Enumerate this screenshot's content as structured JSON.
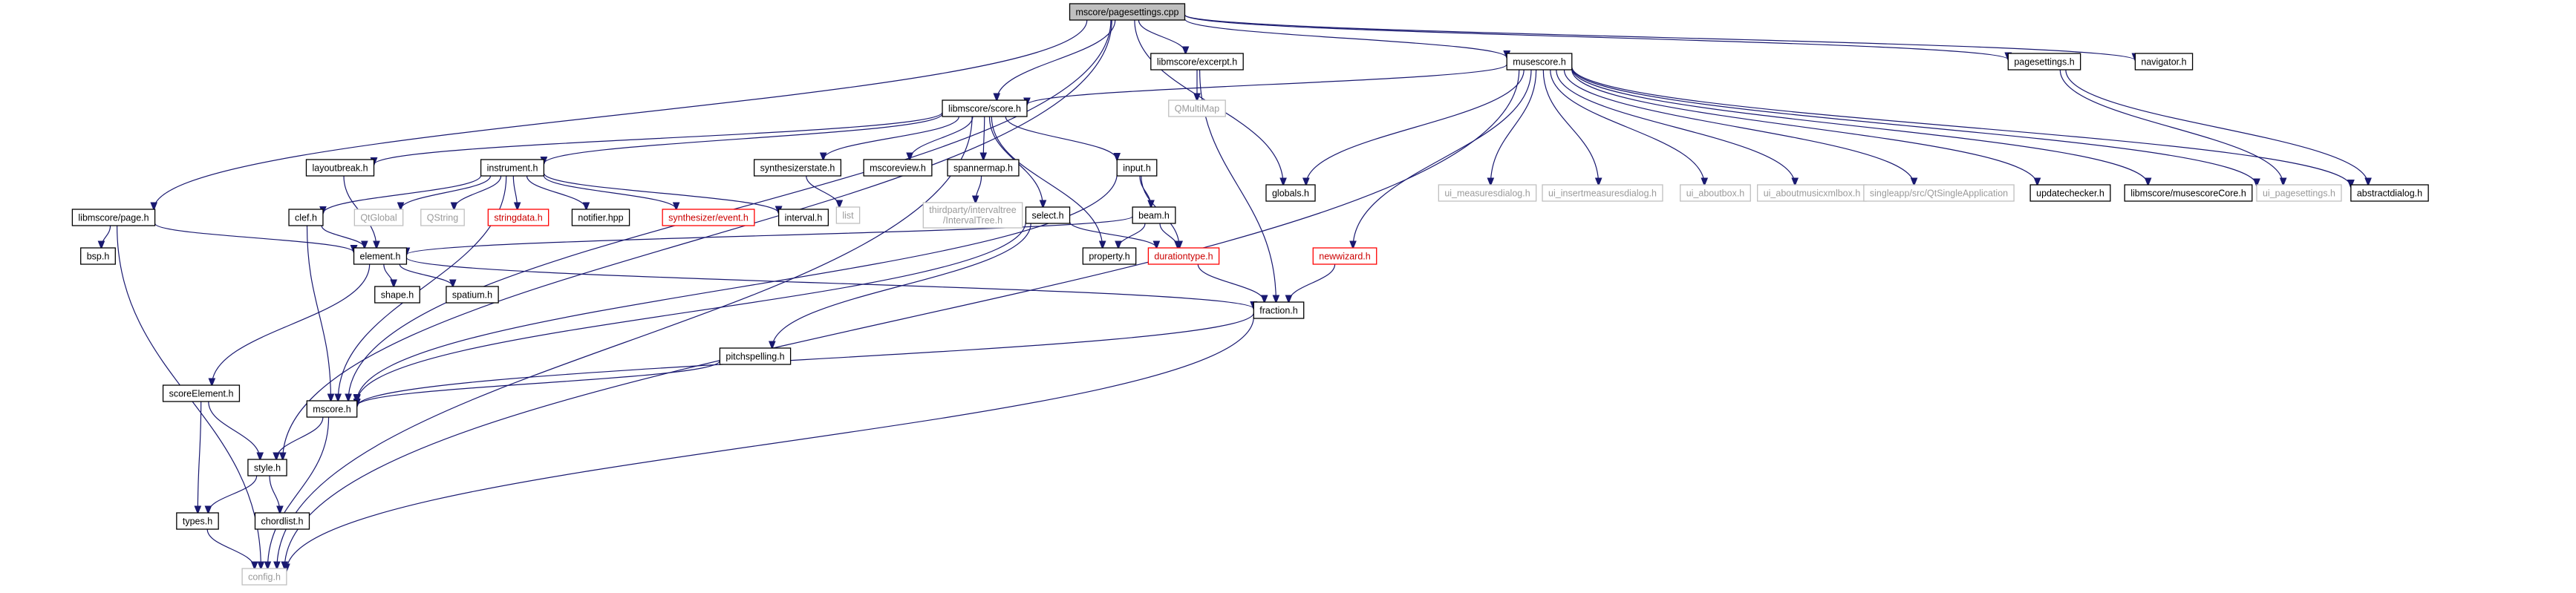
{
  "graph": {
    "root": "n_pagesettings_cpp",
    "nodes": [
      {
        "id": "n_pagesettings_cpp",
        "label": "mscore/pagesettings.cpp",
        "kind": "root"
      },
      {
        "id": "n_libmscore_score_h",
        "label": "libmscore/score.h",
        "kind": "normal"
      },
      {
        "id": "n_libmscore_except_h",
        "label": "libmscore/excerpt.h",
        "kind": "normal"
      },
      {
        "id": "n_globals_h",
        "label": "globals.h",
        "kind": "normal"
      },
      {
        "id": "n_musescore_h",
        "label": "musescore.h",
        "kind": "normal"
      },
      {
        "id": "n_pagesettings_h",
        "label": "pagesettings.h",
        "kind": "normal"
      },
      {
        "id": "n_navigator_h",
        "label": "navigator.h",
        "kind": "normal"
      },
      {
        "id": "n_libmscore_page_h",
        "label": "libmscore/page.h",
        "kind": "normal"
      },
      {
        "id": "n_qmultimap",
        "label": "QMultiMap",
        "kind": "missing"
      },
      {
        "id": "n_ui_measuresdialog_h",
        "label": "ui_measuresdialog.h",
        "kind": "missing"
      },
      {
        "id": "n_ui_insertmeasuresdialog_h",
        "label": "ui_insertmeasuresdialog.h",
        "kind": "missing"
      },
      {
        "id": "n_ui_aboutbox_h",
        "label": "ui_aboutbox.h",
        "kind": "missing"
      },
      {
        "id": "n_ui_aboutmusicxmlbox_h",
        "label": "ui_aboutmusicxmlbox.h",
        "kind": "missing"
      },
      {
        "id": "n_singleapp",
        "label": "singleapp/src/QtSingleApplication",
        "kind": "missing"
      },
      {
        "id": "n_updatechecker_h",
        "label": "updatechecker.h",
        "kind": "normal"
      },
      {
        "id": "n_musescorecore_h",
        "label": "libmscore/musescoreCore.h",
        "kind": "normal"
      },
      {
        "id": "n_ui_pagesettings_h",
        "label": "ui_pagesettings.h",
        "kind": "missing"
      },
      {
        "id": "n_abstractdialog_h",
        "label": "abstractdialog.h",
        "kind": "normal"
      },
      {
        "id": "n_layoutbreak_h",
        "label": "layoutbreak.h",
        "kind": "normal"
      },
      {
        "id": "n_instrument_h",
        "label": "instrument.h",
        "kind": "normal"
      },
      {
        "id": "n_synthesizerstate_h",
        "label": "synthesizerstate.h",
        "kind": "normal"
      },
      {
        "id": "n_mscoreview_h",
        "label": "mscoreview.h",
        "kind": "normal"
      },
      {
        "id": "n_spannermap_h",
        "label": "spannermap.h",
        "kind": "normal"
      },
      {
        "id": "n_input_h",
        "label": "input.h",
        "kind": "normal"
      },
      {
        "id": "n_list",
        "label": "list",
        "kind": "missing"
      },
      {
        "id": "n_intervaltree_h",
        "label": "thirdparty/intervaltree\n/IntervalTree.h",
        "kind": "missing"
      },
      {
        "id": "n_clef_h",
        "label": "clef.h",
        "kind": "normal"
      },
      {
        "id": "n_qtglobal",
        "label": "QtGlobal",
        "kind": "missing"
      },
      {
        "id": "n_qstring",
        "label": "QString",
        "kind": "missing"
      },
      {
        "id": "n_stringdata_h",
        "label": "stringdata.h",
        "kind": "trunc"
      },
      {
        "id": "n_notifier_hpp",
        "label": "notifier.hpp",
        "kind": "normal"
      },
      {
        "id": "n_synth_event_h",
        "label": "synthesizer/event.h",
        "kind": "trunc"
      },
      {
        "id": "n_interval_h",
        "label": "interval.h",
        "kind": "normal"
      },
      {
        "id": "n_select_h",
        "label": "select.h",
        "kind": "normal"
      },
      {
        "id": "n_beam_h",
        "label": "beam.h",
        "kind": "normal"
      },
      {
        "id": "n_bsp_h",
        "label": "bsp.h",
        "kind": "normal"
      },
      {
        "id": "n_element_h",
        "label": "element.h",
        "kind": "normal"
      },
      {
        "id": "n_property_h",
        "label": "property.h",
        "kind": "normal"
      },
      {
        "id": "n_durationtype_h",
        "label": "durationtype.h",
        "kind": "trunc"
      },
      {
        "id": "n_newwizard_h",
        "label": "newwizard.h",
        "kind": "trunc"
      },
      {
        "id": "n_shape_h",
        "label": "shape.h",
        "kind": "normal"
      },
      {
        "id": "n_spatium_h",
        "label": "spatium.h",
        "kind": "normal"
      },
      {
        "id": "n_pitchspelling_h",
        "label": "pitchspelling.h",
        "kind": "normal"
      },
      {
        "id": "n_fraction_h",
        "label": "fraction.h",
        "kind": "normal"
      },
      {
        "id": "n_scoreelement_h",
        "label": "scoreElement.h",
        "kind": "normal"
      },
      {
        "id": "n_mscore_h",
        "label": "mscore.h",
        "kind": "normal"
      },
      {
        "id": "n_style_h",
        "label": "style.h",
        "kind": "normal"
      },
      {
        "id": "n_types_h",
        "label": "types.h",
        "kind": "normal"
      },
      {
        "id": "n_chordlist_h",
        "label": "chordlist.h",
        "kind": "normal"
      },
      {
        "id": "n_config_h",
        "label": "config.h",
        "kind": "missing"
      }
    ],
    "edges": [
      [
        "n_pagesettings_cpp",
        "n_libmscore_score_h"
      ],
      [
        "n_pagesettings_cpp",
        "n_libmscore_except_h"
      ],
      [
        "n_pagesettings_cpp",
        "n_globals_h"
      ],
      [
        "n_pagesettings_cpp",
        "n_musescore_h"
      ],
      [
        "n_pagesettings_cpp",
        "n_pagesettings_h"
      ],
      [
        "n_pagesettings_cpp",
        "n_navigator_h"
      ],
      [
        "n_pagesettings_cpp",
        "n_libmscore_page_h"
      ],
      [
        "n_pagesettings_cpp",
        "n_mscore_h"
      ],
      [
        "n_pagesettings_cpp",
        "n_style_h"
      ],
      [
        "n_libmscore_except_h",
        "n_qmultimap"
      ],
      [
        "n_libmscore_except_h",
        "n_fraction_h"
      ],
      [
        "n_musescore_h",
        "n_libmscore_score_h"
      ],
      [
        "n_musescore_h",
        "n_globals_h"
      ],
      [
        "n_musescore_h",
        "n_ui_measuresdialog_h"
      ],
      [
        "n_musescore_h",
        "n_ui_insertmeasuresdialog_h"
      ],
      [
        "n_musescore_h",
        "n_ui_aboutbox_h"
      ],
      [
        "n_musescore_h",
        "n_ui_aboutmusicxmlbox_h"
      ],
      [
        "n_musescore_h",
        "n_singleapp"
      ],
      [
        "n_musescore_h",
        "n_updatechecker_h"
      ],
      [
        "n_musescore_h",
        "n_musescorecore_h"
      ],
      [
        "n_musescore_h",
        "n_ui_pagesettings_h"
      ],
      [
        "n_musescore_h",
        "n_abstractdialog_h"
      ],
      [
        "n_musescore_h",
        "n_newwizard_h"
      ],
      [
        "n_musescore_h",
        "n_config_h"
      ],
      [
        "n_pagesettings_h",
        "n_ui_pagesettings_h"
      ],
      [
        "n_pagesettings_h",
        "n_abstractdialog_h"
      ],
      [
        "n_libmscore_score_h",
        "n_layoutbreak_h"
      ],
      [
        "n_libmscore_score_h",
        "n_instrument_h"
      ],
      [
        "n_libmscore_score_h",
        "n_synthesizerstate_h"
      ],
      [
        "n_libmscore_score_h",
        "n_mscoreview_h"
      ],
      [
        "n_libmscore_score_h",
        "n_spannermap_h"
      ],
      [
        "n_libmscore_score_h",
        "n_input_h"
      ],
      [
        "n_libmscore_score_h",
        "n_select_h"
      ],
      [
        "n_libmscore_score_h",
        "n_property_h"
      ],
      [
        "n_libmscore_score_h",
        "n_config_h"
      ],
      [
        "n_synthesizerstate_h",
        "n_list"
      ],
      [
        "n_spannermap_h",
        "n_intervaltree_h"
      ],
      [
        "n_instrument_h",
        "n_clef_h"
      ],
      [
        "n_instrument_h",
        "n_qtglobal"
      ],
      [
        "n_instrument_h",
        "n_qstring"
      ],
      [
        "n_instrument_h",
        "n_stringdata_h"
      ],
      [
        "n_instrument_h",
        "n_notifier_hpp"
      ],
      [
        "n_instrument_h",
        "n_synth_event_h"
      ],
      [
        "n_instrument_h",
        "n_interval_h"
      ],
      [
        "n_instrument_h",
        "n_mscore_h"
      ],
      [
        "n_layoutbreak_h",
        "n_element_h"
      ],
      [
        "n_input_h",
        "n_beam_h"
      ],
      [
        "n_input_h",
        "n_durationtype_h"
      ],
      [
        "n_input_h",
        "n_mscore_h"
      ],
      [
        "n_beam_h",
        "n_element_h"
      ],
      [
        "n_beam_h",
        "n_property_h"
      ],
      [
        "n_beam_h",
        "n_durationtype_h"
      ],
      [
        "n_select_h",
        "n_pitchspelling_h"
      ],
      [
        "n_select_h",
        "n_durationtype_h"
      ],
      [
        "n_select_h",
        "n_mscore_h"
      ],
      [
        "n_clef_h",
        "n_element_h"
      ],
      [
        "n_clef_h",
        "n_mscore_h"
      ],
      [
        "n_libmscore_page_h",
        "n_bsp_h"
      ],
      [
        "n_libmscore_page_h",
        "n_element_h"
      ],
      [
        "n_libmscore_page_h",
        "n_config_h"
      ],
      [
        "n_element_h",
        "n_shape_h"
      ],
      [
        "n_element_h",
        "n_spatium_h"
      ],
      [
        "n_element_h",
        "n_fraction_h"
      ],
      [
        "n_element_h",
        "n_scoreelement_h"
      ],
      [
        "n_durationtype_h",
        "n_fraction_h"
      ],
      [
        "n_newwizard_h",
        "n_fraction_h"
      ],
      [
        "n_pitchspelling_h",
        "n_mscore_h"
      ],
      [
        "n_fraction_h",
        "n_mscore_h"
      ],
      [
        "n_fraction_h",
        "n_config_h"
      ],
      [
        "n_scoreelement_h",
        "n_style_h"
      ],
      [
        "n_scoreelement_h",
        "n_types_h"
      ],
      [
        "n_mscore_h",
        "n_style_h"
      ],
      [
        "n_mscore_h",
        "n_config_h"
      ],
      [
        "n_style_h",
        "n_types_h"
      ],
      [
        "n_style_h",
        "n_chordlist_h"
      ],
      [
        "n_types_h",
        "n_config_h"
      ]
    ]
  }
}
